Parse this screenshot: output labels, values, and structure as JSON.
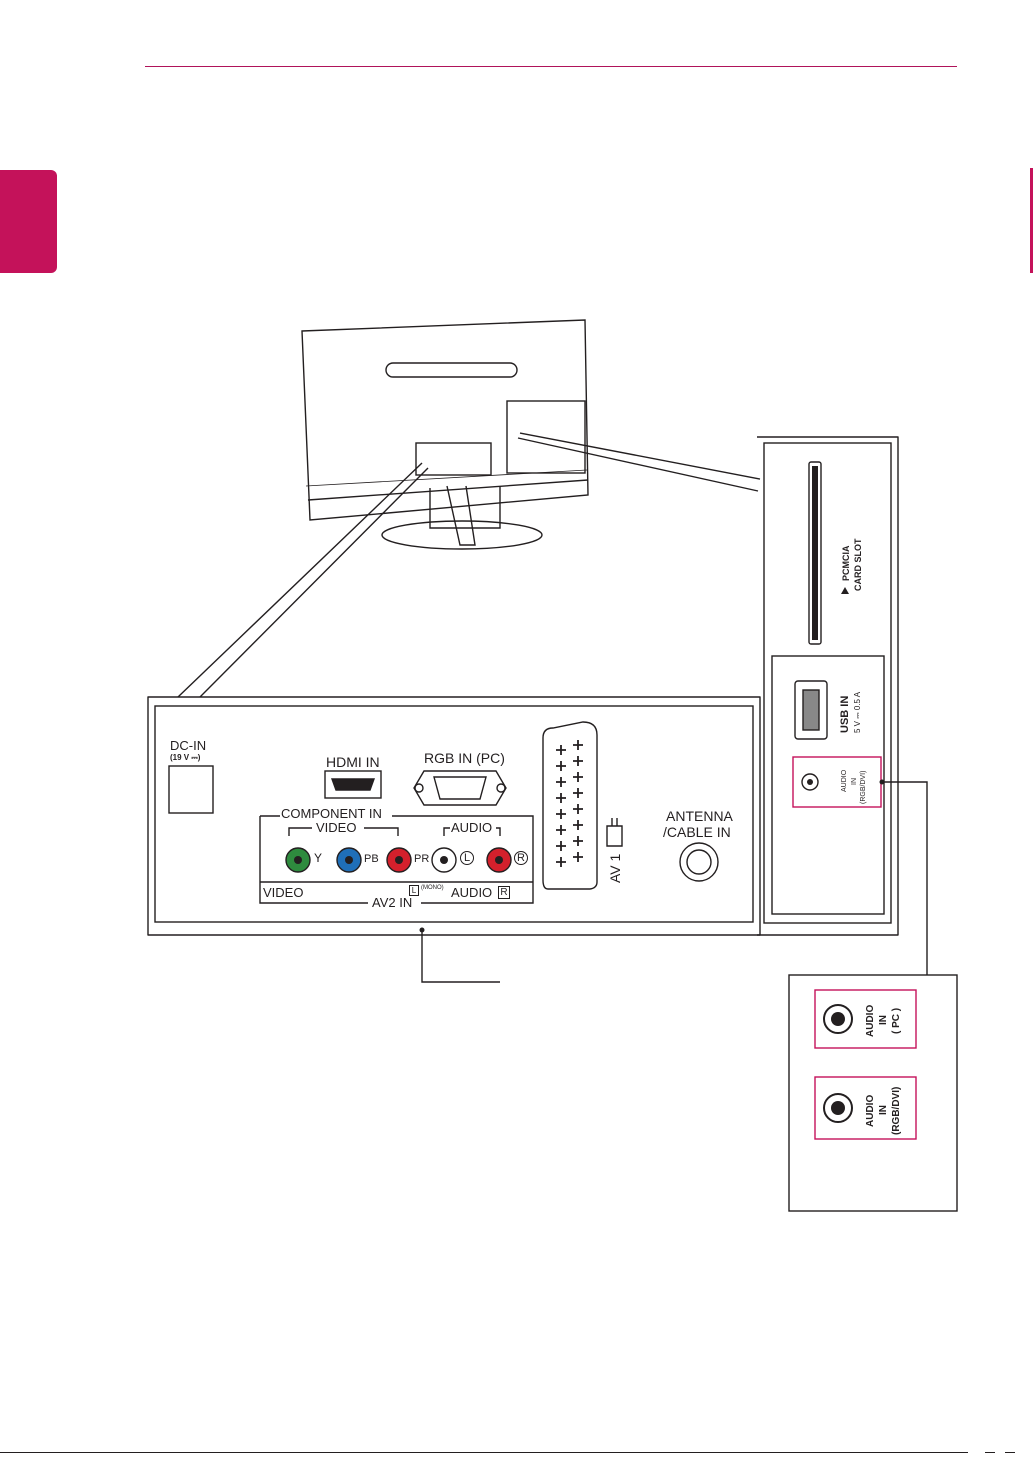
{
  "colors": {
    "accent": "#c4125a",
    "rule": "#b0135a",
    "y_jack": "#2e8b3e",
    "pb_jack": "#1f6fb8",
    "pr_jack": "#d4202c",
    "audio_r_jack": "#d4202c",
    "highlight_box": "#c4125a"
  },
  "main_panel": {
    "dc_in": {
      "label": "DC-IN",
      "rating": "(19 V ⎓)"
    },
    "hdmi": {
      "label": "HDMI IN"
    },
    "rgb": {
      "label": "RGB IN (PC)"
    },
    "component": {
      "label": "COMPONENT IN",
      "video_label": "VIDEO",
      "audio_label": "AUDIO",
      "y": "Y",
      "pb": "PB",
      "pr": "PR",
      "l": "L",
      "r": "R"
    },
    "av2": {
      "video": "VIDEO",
      "label": "AV2 IN",
      "audio": "AUDIO",
      "mono_l": "L",
      "mono": "(MONO)",
      "r": "R"
    },
    "av1": {
      "label": "AV 1"
    },
    "antenna": {
      "line1": "ANTENNA",
      "line2": "/CABLE IN"
    }
  },
  "side_panel": {
    "pcmcia": {
      "line1": "PCMCIA",
      "line2": "CARD SLOT"
    },
    "usb": {
      "label": "USB IN",
      "rating": "5 V ⎓ 0.5 A"
    },
    "audio_rgb": {
      "line1": "AUDIO",
      "line2": "IN",
      "line3": "(RGB/DVI)"
    }
  },
  "inset": {
    "audio_pc": {
      "line1": "AUDIO",
      "line2": "IN",
      "line3": "( PC )"
    },
    "audio_rgb": {
      "line1": "AUDIO",
      "line2": "IN",
      "line3": "(RGB/DVI)"
    }
  },
  "icons": {
    "tv": "tv-back-icon",
    "scart": "scart-icon",
    "antenna": "antenna-jack-icon",
    "usb": "usb-port-icon"
  }
}
